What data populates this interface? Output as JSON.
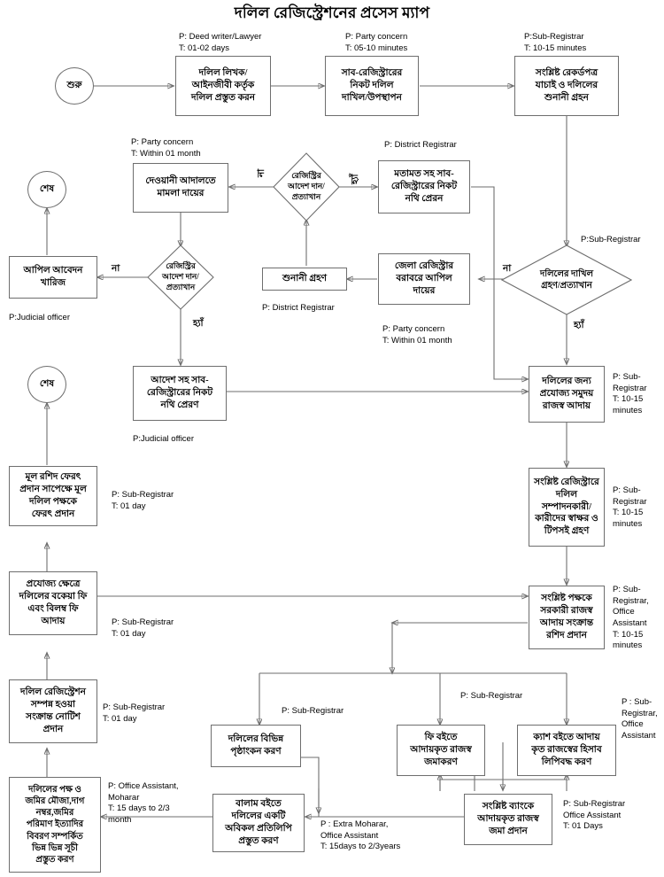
{
  "title": "দলিল রেজিস্ট্রেশনের প্রসেস ম্যাপ",
  "nodes": {
    "start": "শুরু",
    "end_top": "শেষ",
    "end_mid": "শেষ",
    "prepare_deed": "দলিল লিখক/\nআইনজীবী কর্তৃক\nদলিল প্রস্তুত করন",
    "submit_deed": "সাব-রেজিস্ট্রারের\nনিকট দলিল\nদাখিল/উপস্থাপন",
    "verify_records": "সংশ্লিষ্ট রেকর্ডপত্র\nযাচাই ও দলিলের\nশুনানী গ্রহন",
    "accept_reject": "দলিলের দাখিল\nগ্রহণ/প্রত্যাখান",
    "appeal_district": "জেলা রেজিস্ট্রার\nবরাবরে আপিল\nদায়ের",
    "hearing": "শুনানী গ্রহণ",
    "registrar_order": "রেজিস্ট্রির\nআদেশ দান/\nপ্রত্যাখান",
    "send_file_opinion": "মতামত সহ সাব-\nরেজিস্ট্রারের নিকট\nনথি প্রেরন",
    "civil_court": "দেওয়ানী আদালতে\nমামলা দায়ের",
    "court_order": "রেজিস্ট্রির\nআদেশ দান/\nপ্রত্যাখান",
    "appeal_rejected": "আপিল আবেদন\nখারিজ",
    "send_file_order": "আদেশ সহ সাব-\nরেজিস্ট্রারের নিকট\nনথি প্রেরণ",
    "collect_revenue": "দলিলের জন্য\nপ্রযোজ্য সমুদয়\nরাজস্ব আদায়",
    "signature": "সংশ্লিষ্ট রেজিস্ট্রারে\nদলিল\nসম্পাদনকারী/\nকারীদের স্বাক্ষর ও\nটিপসই গ্রহণ",
    "receipt": "সংশ্লিষ্ট পক্ষকে\nসরকারী রাজস্ব\nআদায় সংক্রান্ত\nরশিদ প্রদান",
    "return_deed": "মূল রশিদ ফেরৎ\nপ্রদান সাপেক্ষে মূল\nদলিল পক্ষকে\nফেরৎ প্রদান",
    "due_fee": "প্রযোজ্য ক্ষেত্রে\nদলিলের বকেয়া ফি\nএবং বিলম্ব ফি\nআদায়",
    "notice": "দলিল রেজিস্ট্রেশন\nসম্পন্ন হওয়া\nসংক্রান্ত নোটিশ\nপ্রদান",
    "index_prepare": "দলিলের পক্ষ ও\nজমির মৌজা,দাগ\nনম্বর,জমির\nপরিমাণ ইত্যাদির\nবিবরণ সম্পর্কিত\nভিন্ন ভিন্ন সূচী\nপ্রস্তুত করণ",
    "endorsement": "দলিলের বিভিন্ন\nপৃষ্ঠাংকন করণ",
    "balam_copy": "বালাম বইতে\nদলিলের একটি\nঅবিকল প্রতিলিপি\nপ্রস্তুত করণ",
    "fee_book": "ফি বইতে\nআদায়কৃত রাজস্ব\nজমাকরণ",
    "cash_book": "ক্যাশ বইতে আদায়\nকৃত রাজস্বের হিসাব\nলিপিবদ্ধ করণ",
    "bank_deposit": "সংশ্লিষ্ট ব্যাংকে\nআদায়কৃত রাজস্ব\nজমা প্রদান"
  },
  "annotations": {
    "prepare_deed": "P: Deed writer/Lawyer\nT: 01-02 days",
    "submit_deed": "P: Party concern\nT: 05-10 minutes",
    "verify_records": "P:Sub-Registrar\nT: 10-15 minutes",
    "accept_reject": "P:Sub-Registrar",
    "civil_court": "P: Party concern\nT: Within 01 month",
    "send_file_opinion": "P: District Registrar",
    "hearing": "P: District Registrar",
    "appeal_district": "P: Party concern\nT: Within 01 month",
    "appeal_rejected": "P:Judicial officer",
    "send_file_order": "P:Judicial officer",
    "collect_revenue": "P: Sub-\nRegistrar\nT: 10-15\nminutes",
    "signature": "P: Sub-\nRegistrar\nT: 10-15\nminutes",
    "receipt": "P: Sub-\nRegistrar,\nOffice\nAssistant\nT: 10-15\nminutes",
    "return_deed": "P: Sub-Registrar\nT: 01 day",
    "due_fee": "P: Sub-Registrar\nT: 01 day",
    "notice": "P: Sub-Registrar\nT: 01 day",
    "index_prepare": "P: Office Assistant,\nMoharar\nT: 15 days to 2/3\nmonth",
    "endorsement": "P: Sub-Registrar",
    "balam_copy": "P : Extra Moharar,\nOffice Assistant\nT: 15days to 2/3years",
    "fee_book": "P: Sub-Registrar",
    "cash_book": "P : Sub-\nRegistrar,\nOffice\nAssistant",
    "bank_deposit": "P: Sub-Registrar\nOffice Assistant\nT: 01 Days"
  },
  "branch_labels": {
    "accept_reject_no": "না",
    "accept_reject_yes": "হ্যাঁ",
    "registrar_order_no": "না",
    "registrar_order_yes": "হ্যাঁ",
    "court_order_no": "না",
    "court_order_yes": "হ্যাঁ"
  },
  "colors": {
    "stroke": "#6e6e6e",
    "text": "#000000",
    "background": "#ffffff"
  }
}
